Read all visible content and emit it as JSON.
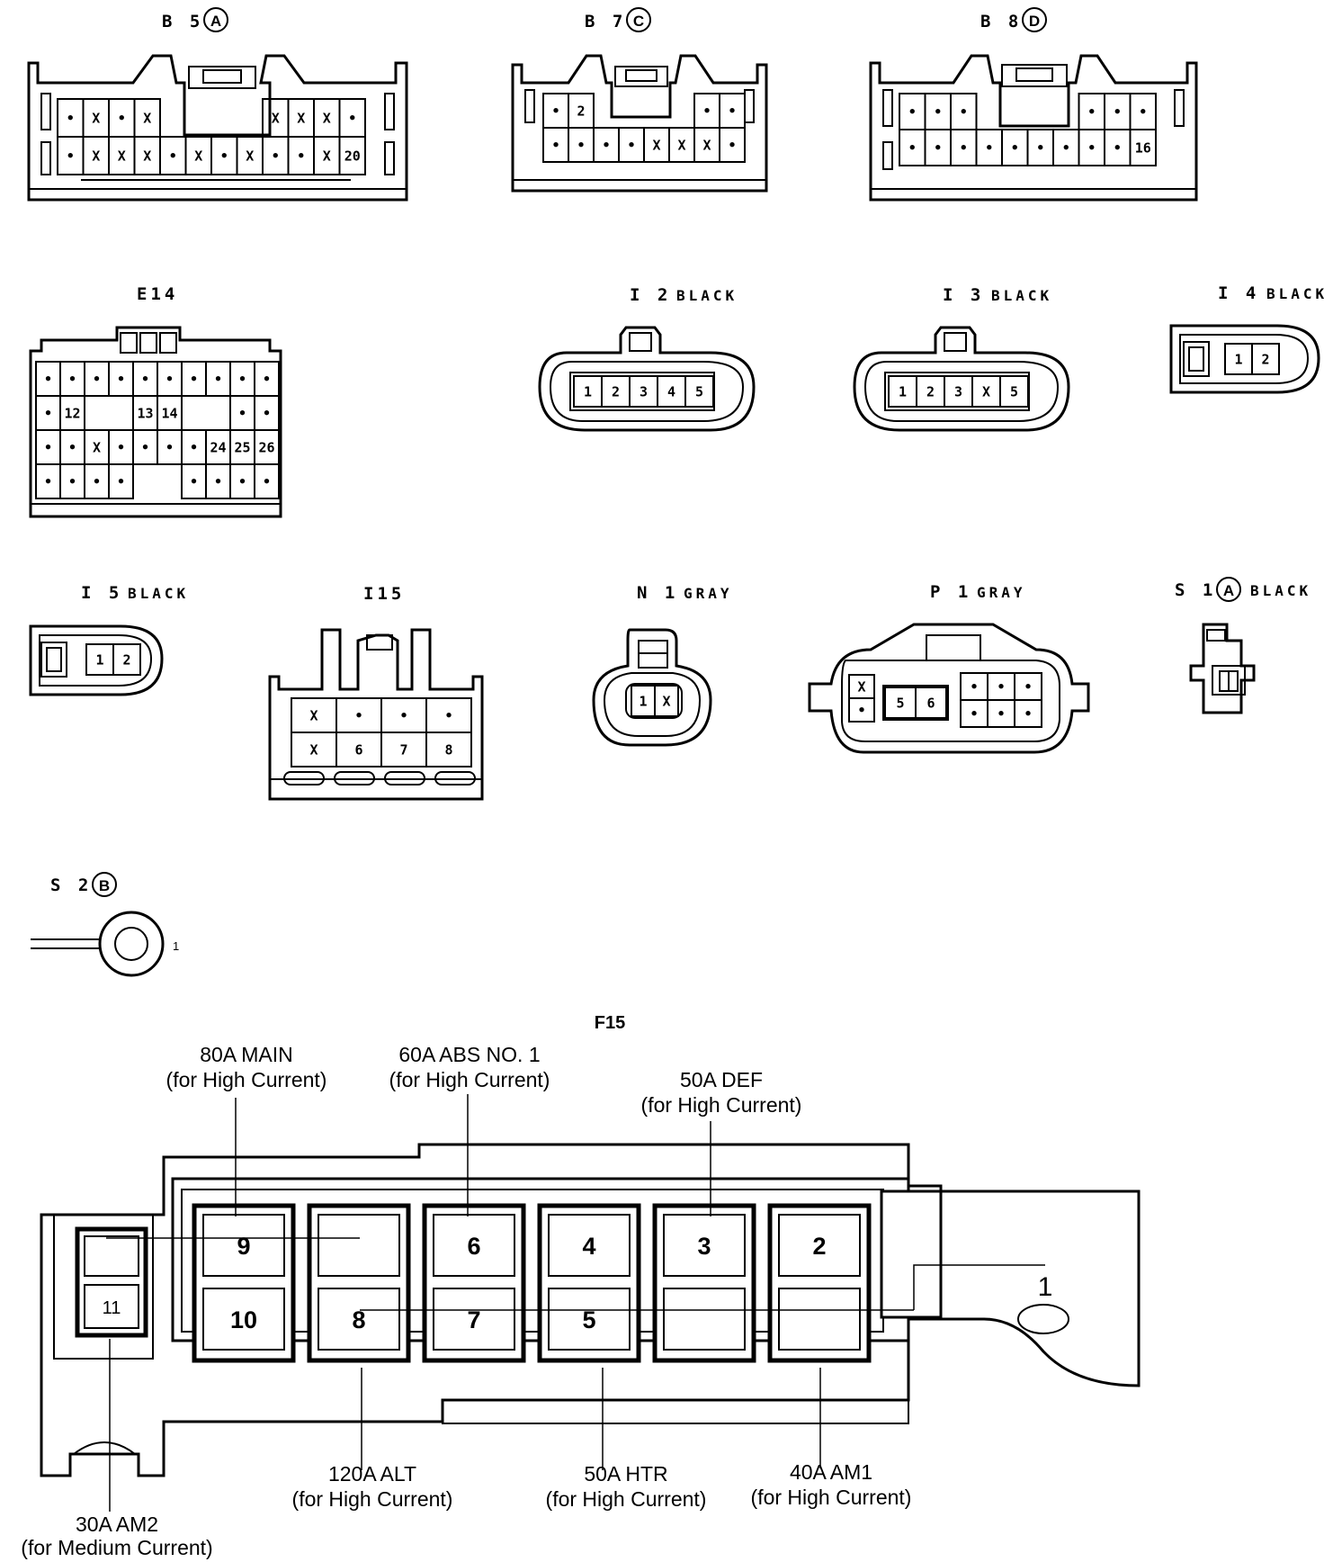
{
  "connectors": {
    "b5": {
      "title": "B 5",
      "variant": "A"
    },
    "b7": {
      "title": "B 7",
      "variant": "C"
    },
    "b8": {
      "title": "B 8",
      "variant": "D"
    },
    "e14": {
      "title": "E14"
    },
    "i2": {
      "title": "I 2",
      "color": "BLACK"
    },
    "i3": {
      "title": "I 3",
      "color": "BLACK"
    },
    "i4": {
      "title": "I 4",
      "color": "BLACK"
    },
    "i5": {
      "title": "I 5",
      "color": "BLACK"
    },
    "i15": {
      "title": "I15"
    },
    "n1": {
      "title": "N 1",
      "color": "GRAY"
    },
    "p1": {
      "title": "P 1",
      "color": "GRAY"
    },
    "s1": {
      "title": "S 1",
      "variant": "A",
      "color": "BLACK"
    },
    "s2": {
      "title": "S 2",
      "variant": "B",
      "pin": "1"
    }
  },
  "pin_rows": {
    "b5": [
      [
        "•",
        "X",
        "•",
        "X",
        "",
        "",
        "",
        "",
        "X",
        "X",
        "X",
        "•"
      ],
      [
        "•",
        "X",
        "X",
        "X",
        "•",
        "X",
        "•",
        "X",
        "•",
        "•",
        "X",
        "20"
      ]
    ],
    "b7": [
      [
        "•",
        "2",
        "",
        "",
        "",
        "",
        "•",
        "•"
      ],
      [
        "•",
        "•",
        "•",
        "•",
        "X",
        "X",
        "X",
        "•"
      ]
    ],
    "b8": [
      [
        "•",
        "•",
        "•",
        "",
        "",
        "",
        "",
        "•",
        "•",
        "•"
      ],
      [
        "•",
        "•",
        "•",
        "•",
        "•",
        "•",
        "•",
        "•",
        "•",
        "16"
      ]
    ],
    "e14": [
      [
        "•",
        "•",
        "•",
        "•",
        "•",
        "•",
        "•",
        "•",
        "•",
        "•"
      ],
      [
        "•",
        "12",
        "",
        "",
        "13",
        "14",
        "",
        "",
        "•",
        "•"
      ],
      [
        "•",
        "•",
        "X",
        "•",
        "•",
        "•",
        "•",
        "24",
        "25",
        "26"
      ],
      [
        "•",
        "•",
        "•",
        "•",
        "",
        "",
        "•",
        "•",
        "•",
        "•"
      ]
    ],
    "i2": [
      "1",
      "2",
      "3",
      "4",
      "5"
    ],
    "i3": [
      "1",
      "2",
      "3",
      "X",
      "5"
    ],
    "i4": [
      "1",
      "2"
    ],
    "i5": [
      "1",
      "2"
    ],
    "i15": [
      [
        "X",
        "•",
        "•",
        "•"
      ],
      [
        "X",
        "6",
        "7",
        "8"
      ]
    ],
    "n1": [
      "1",
      "X"
    ],
    "p1": {
      "left": [
        "X",
        "•"
      ],
      "middle": [
        "5",
        "6"
      ],
      "right_top": [
        "•",
        "•",
        "•"
      ],
      "right_bottom": [
        "•",
        "•",
        "•"
      ]
    }
  },
  "fuse_block": {
    "title": "F15",
    "fuses_top": [
      "9",
      "",
      "6",
      "4",
      "3",
      "2"
    ],
    "fuses_bottom": [
      "10",
      "8",
      "7",
      "5",
      "",
      ""
    ],
    "side_top": "",
    "side_bottom": "11",
    "terminal": "1",
    "labels": {
      "main": {
        "name": "80A MAIN",
        "note": "(for High Current)"
      },
      "abs": {
        "name": "60A ABS NO. 1",
        "note": "(for High Current)"
      },
      "def": {
        "name": "50A DEF",
        "note": "(for High Current)"
      },
      "alt": {
        "name": "120A ALT",
        "note": "(for High Current)"
      },
      "htr": {
        "name": "50A HTR",
        "note": "(for High Current)"
      },
      "am1": {
        "name": "40A AM1",
        "note": "(for High Current)"
      },
      "am2": {
        "name": "30A AM2",
        "note": "(for Medium Current)"
      }
    }
  }
}
